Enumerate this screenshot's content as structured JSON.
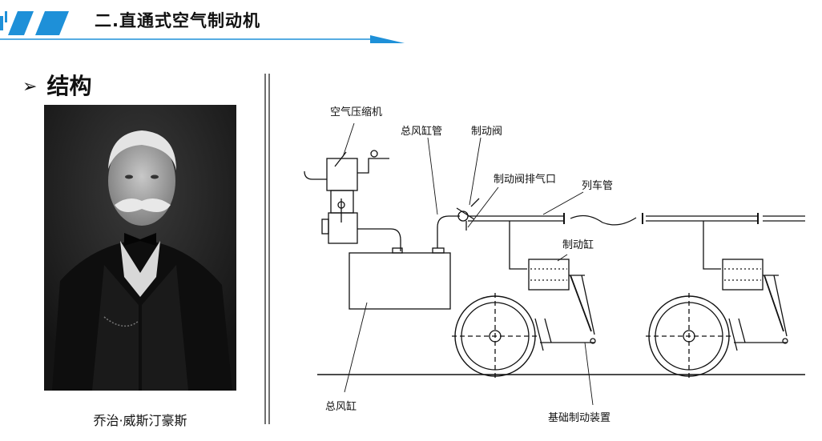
{
  "header": {
    "title": "二.直通式空气制动机"
  },
  "section": {
    "bullet": "➢",
    "heading": "结构"
  },
  "portrait": {
    "caption": "乔治·威斯汀豪斯"
  },
  "diagram": {
    "labels": {
      "compressor": "空气压缩机",
      "main_reservoir_pipe": "总风缸管",
      "brake_valve": "制动阀",
      "brake_valve_exhaust": "制动阀排气口",
      "train_pipe": "列车管",
      "brake_cylinder": "制动缸",
      "main_reservoir": "总风缸",
      "foundation_brake": "基础制动装置"
    }
  },
  "colors": {
    "accent": "#1e90d8",
    "ink": "#111111"
  }
}
